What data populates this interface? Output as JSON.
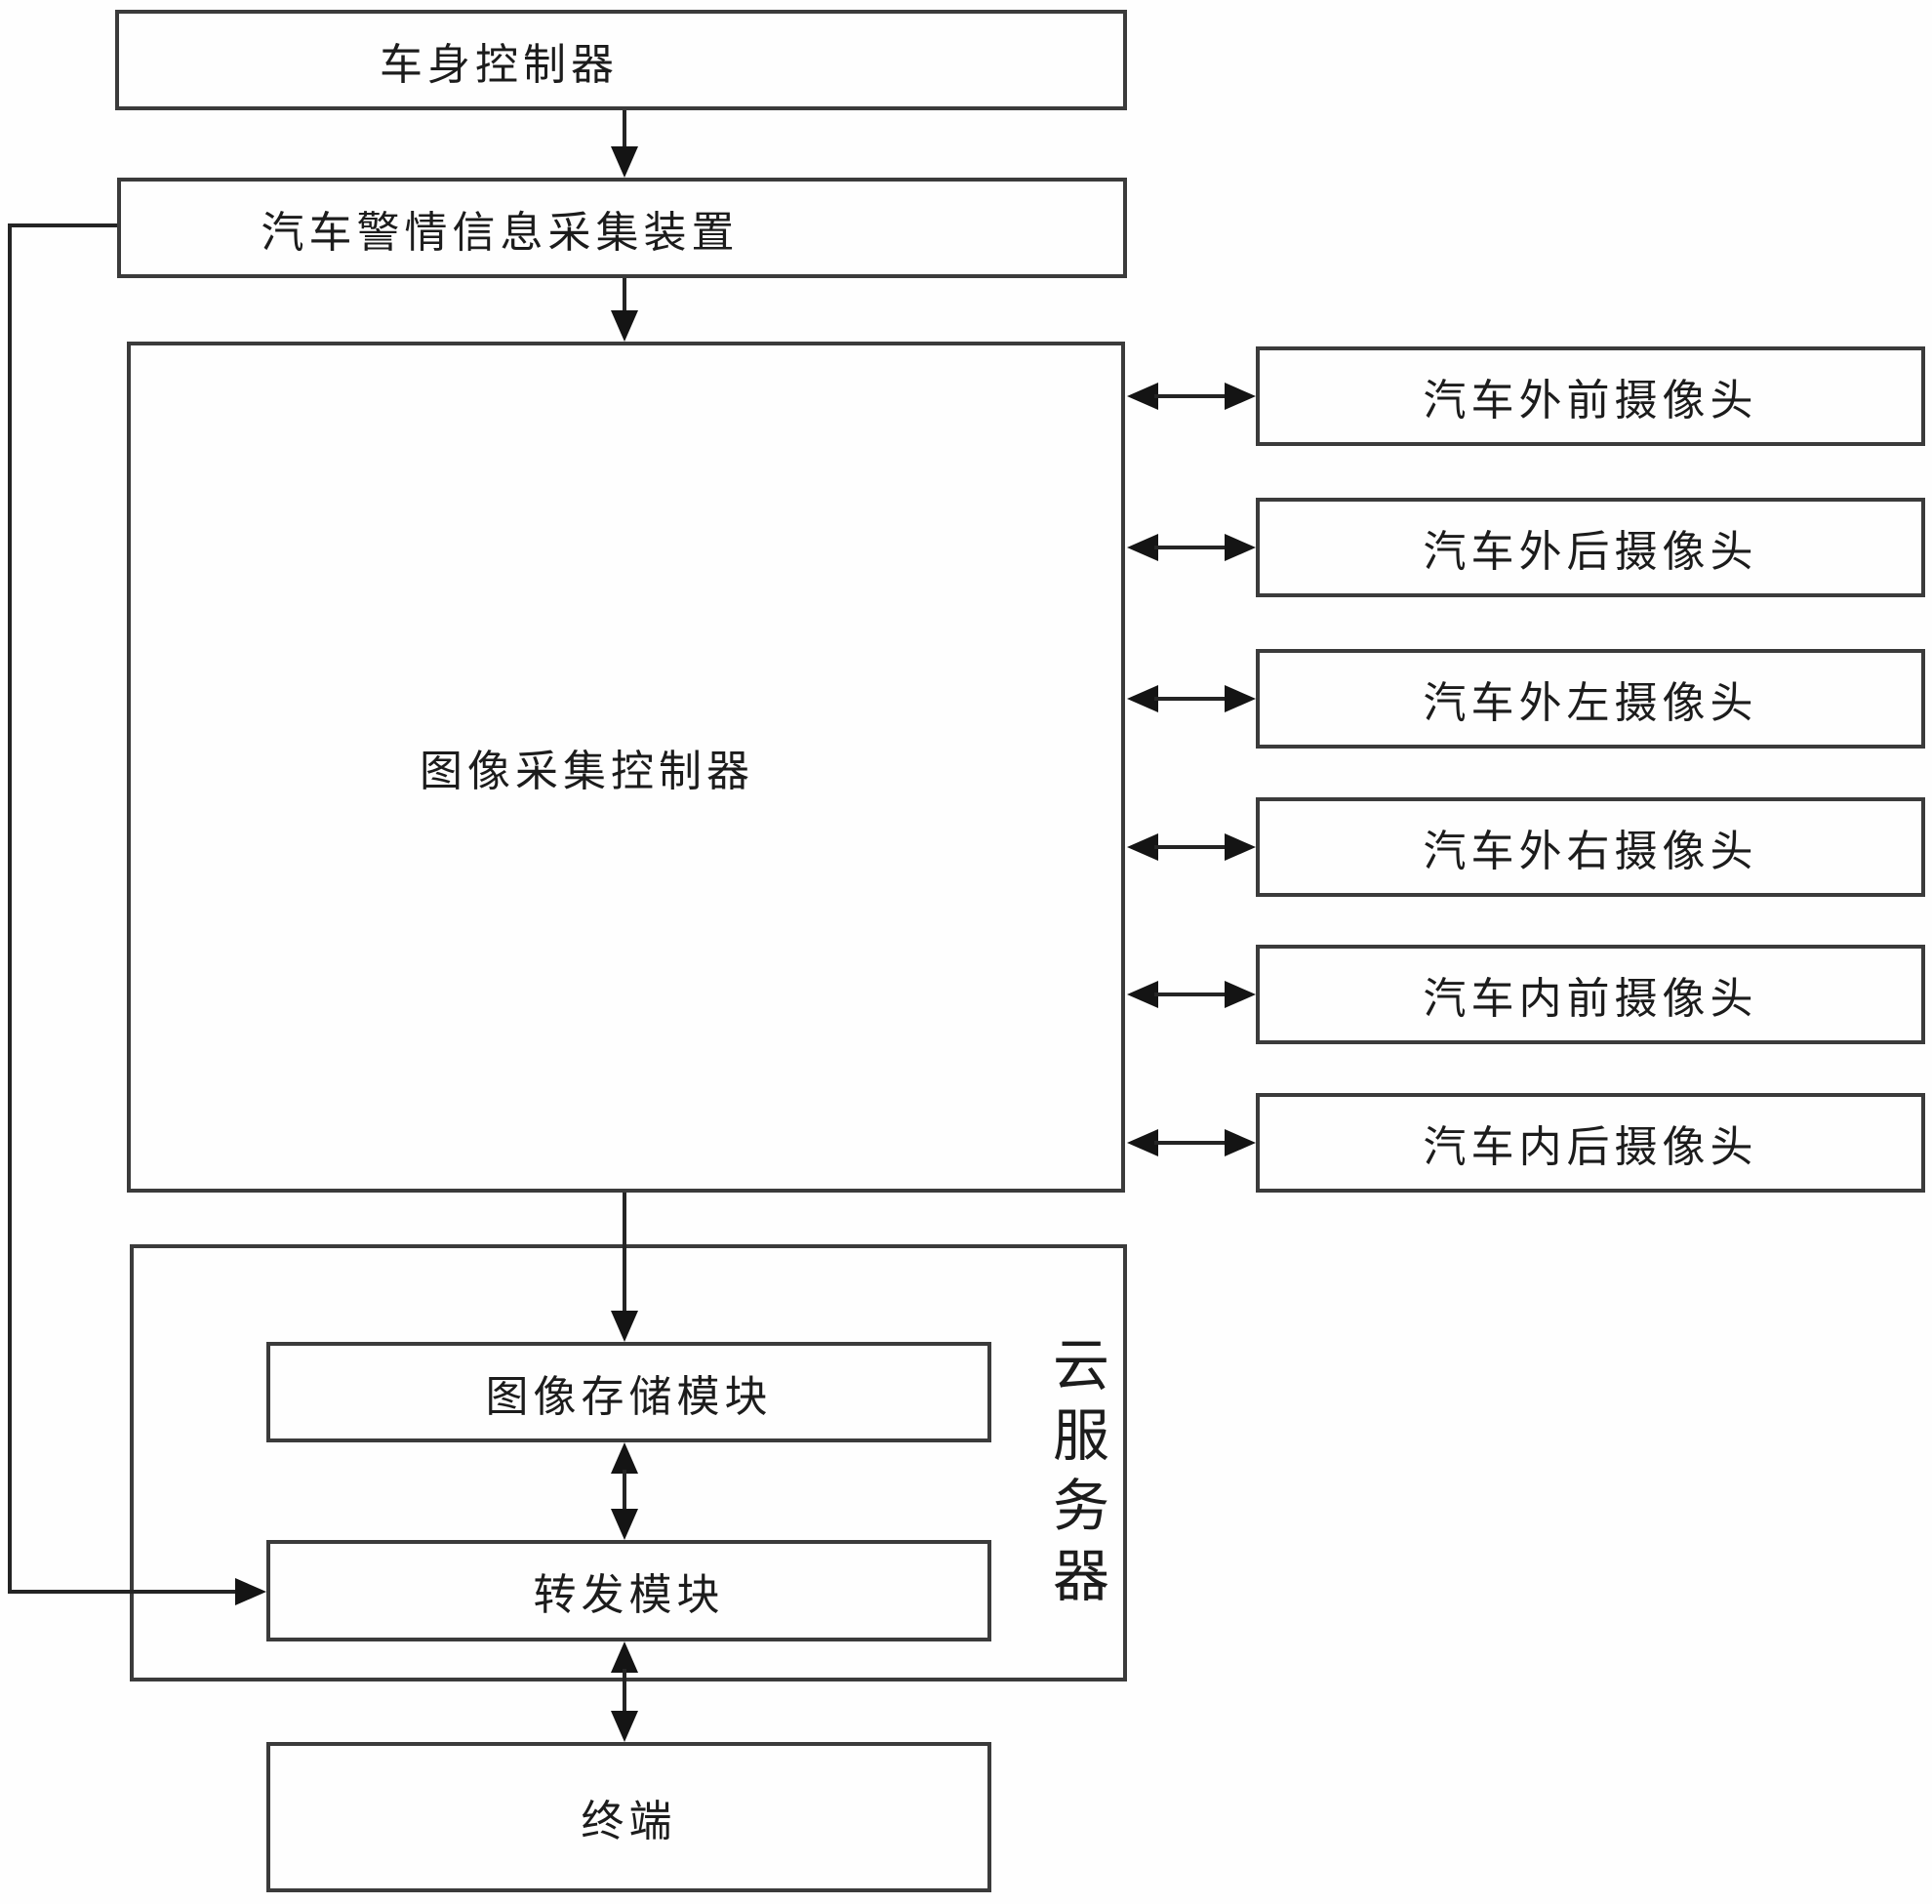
{
  "diagram": {
    "title_implicit": "vehicle alarm image acquisition system block diagram",
    "line_color": "#242424",
    "border_color": "#3b3b3b",
    "background": "#fefefe",
    "boxes": {
      "body_controller": "车身控制器",
      "alarm_collector": "汽车警情信息采集装置",
      "image_controller": "图像采集控制器",
      "storage_module": "图像存储模块",
      "forward_module": "转发模块",
      "terminal": "终端",
      "cloud_server": "云服务器"
    },
    "cameras": [
      "汽车外前摄像头",
      "汽车外后摄像头",
      "汽车外左摄像头",
      "汽车外右摄像头",
      "汽车内前摄像头",
      "汽车内后摄像头"
    ]
  }
}
